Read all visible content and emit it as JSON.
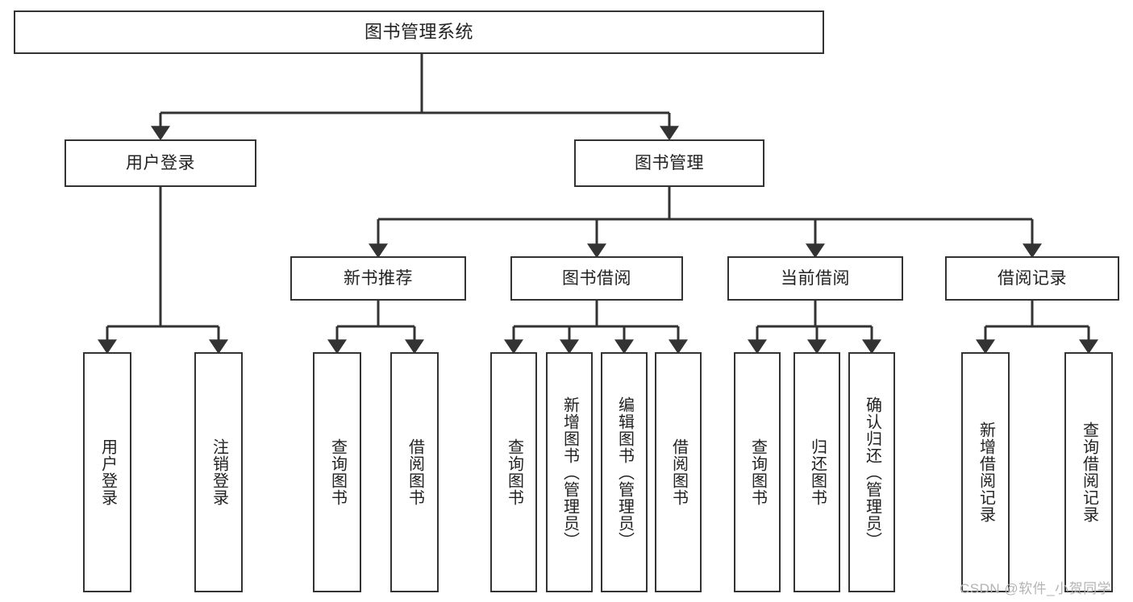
{
  "diagram": {
    "title": "图书管理系统",
    "type": "tree-hierarchy",
    "orientation": "top-down",
    "colors": {
      "node_border": "#333333",
      "node_fill": "#ffffff",
      "edge": "#333333",
      "text": "#222222",
      "watermark": "#b4b4b4"
    },
    "watermark": "CSDN @软件_小贺同学"
  },
  "nodes": {
    "root": {
      "label": "图书管理系统"
    },
    "level1": [
      {
        "id": "user-login",
        "label": "用户登录"
      },
      {
        "id": "book-manage",
        "label": "图书管理"
      }
    ],
    "level2": [
      {
        "id": "new-book-recommend",
        "label": "新书推荐"
      },
      {
        "id": "book-borrow",
        "label": "图书借阅"
      },
      {
        "id": "current-borrow",
        "label": "当前借阅"
      },
      {
        "id": "borrow-record",
        "label": "借阅记录"
      }
    ],
    "leaves": {
      "user_login": [
        {
          "id": "leaf-user-login",
          "label": "用户登录"
        },
        {
          "id": "leaf-logout-login",
          "label": "注销登录"
        }
      ],
      "new_book_recommend": [
        {
          "id": "leaf-query-book-1",
          "label": "查询图书"
        },
        {
          "id": "leaf-borrow-book-1",
          "label": "借阅图书"
        }
      ],
      "book_borrow": [
        {
          "id": "leaf-query-book-2",
          "label": "查询图书"
        },
        {
          "id": "leaf-add-book",
          "label": "新增图书（管理员）"
        },
        {
          "id": "leaf-edit-book",
          "label": "编辑图书（管理员）"
        },
        {
          "id": "leaf-borrow-book-2",
          "label": "借阅图书"
        }
      ],
      "current_borrow": [
        {
          "id": "leaf-query-book-3",
          "label": "查询图书"
        },
        {
          "id": "leaf-return-book",
          "label": "归还图书"
        },
        {
          "id": "leaf-confirm-return",
          "label": "确认归还（管理员）"
        }
      ],
      "borrow_record": [
        {
          "id": "leaf-add-record",
          "label": "新增借阅记录"
        },
        {
          "id": "leaf-query-record",
          "label": "查询借阅记录"
        }
      ]
    }
  }
}
